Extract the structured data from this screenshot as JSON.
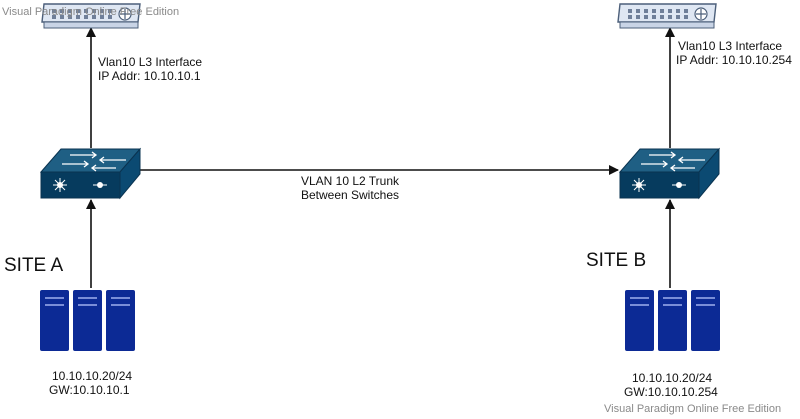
{
  "watermark": {
    "top": "Visual Paradigm Online Free Edition",
    "bottom": "Visual Paradigm Online Free Edition"
  },
  "site_a": {
    "title": "SITE A",
    "router_label_line1": "Vlan10 L3 Interface",
    "router_label_line2": "IP Addr: 10.10.10.1",
    "host_line1": "10.10.10.20/24",
    "host_line2": "GW:10.10.10.1"
  },
  "site_b": {
    "title": "SITE B",
    "router_label_line1": "Vlan10 L3 Interface",
    "router_label_line2": "IP Addr: 10.10.10.254",
    "host_line1": "10.10.10.20/24",
    "host_line2": "GW:10.10.10.254"
  },
  "trunk": {
    "line1": "VLAN 10 L2 Trunk",
    "line2": "Between Switches"
  },
  "colors": {
    "switch_top": "#1f5f84",
    "switch_front": "#063b5e",
    "server": "#0c2a95",
    "router_body": "#dfe7f3",
    "router_outline": "#4c5f7a",
    "line": "#111111"
  }
}
